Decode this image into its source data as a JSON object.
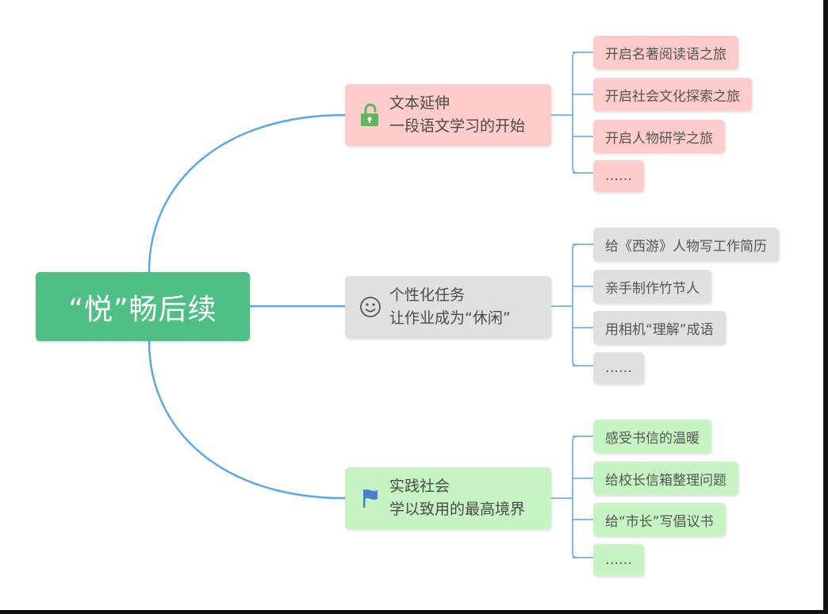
{
  "colors": {
    "root": "#4fbf86",
    "pink": "#ffcccc",
    "grey": "#e0e0e0",
    "green": "#c6f5c3",
    "connector": "#5aa9e6"
  },
  "root": {
    "label": "“悦”畅后续"
  },
  "branches": [
    {
      "icon": "unlock-icon",
      "line1": "文本延伸",
      "line2": "一段语文学习的开始",
      "leaves": [
        "开启名著阅读语之旅",
        "开启社会文化探索之旅",
        "开启人物研学之旅",
        "……"
      ]
    },
    {
      "icon": "smiley-icon",
      "line1": "个性化任务",
      "line2": "让作业成为“休闲”",
      "leaves": [
        "给《西游》人物写工作简历",
        "亲手制作竹节人",
        "用相机“理解”成语",
        "……"
      ]
    },
    {
      "icon": "flag-icon",
      "line1": "实践社会",
      "line2": "学以致用的最高境界",
      "leaves": [
        "感受书信的温暖",
        "给校长信箱整理问题",
        "给“市长”写倡议书",
        "……"
      ]
    }
  ]
}
